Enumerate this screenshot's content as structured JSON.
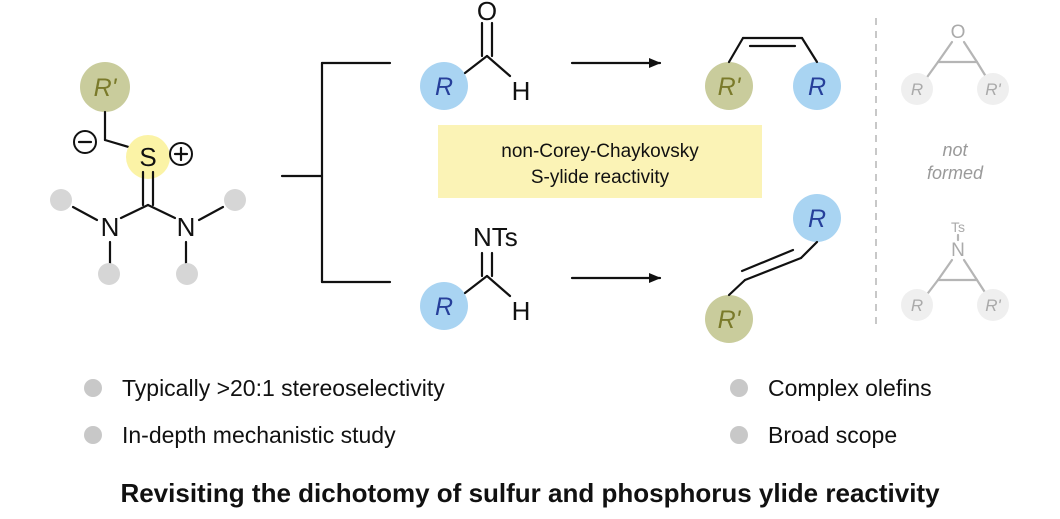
{
  "labels": {
    "r_prime": "R'",
    "r": "R",
    "s": "S",
    "n": "N",
    "o": "O",
    "h": "H",
    "nts": "NTs",
    "ts": "Ts",
    "minus": "−",
    "plus": "+"
  },
  "callout": {
    "line1": "non-Corey-Chaykovsky",
    "line2": "S-ylide reactivity"
  },
  "not_formed": {
    "line1": "not",
    "line2": "formed"
  },
  "bullets_left": [
    "Typically >20:1 stereoselectivity",
    "In-depth mechanistic study"
  ],
  "bullets_right": [
    "Complex olefins",
    "Broad scope"
  ],
  "caption": "Revisiting the dichotomy of sulfur and phosphorus ylide reactivity",
  "colors": {
    "r_prime_circle": "#c9cc9c",
    "r_prime_text": "#7a7a2a",
    "r_circle": "#a9d4f2",
    "r_text": "#263f9a",
    "sulfur_highlight": "#fbf3a6",
    "callout_bg": "#fbf3b6",
    "gray_atom": "#d6d6d6",
    "faded": "#aaaaaa"
  }
}
